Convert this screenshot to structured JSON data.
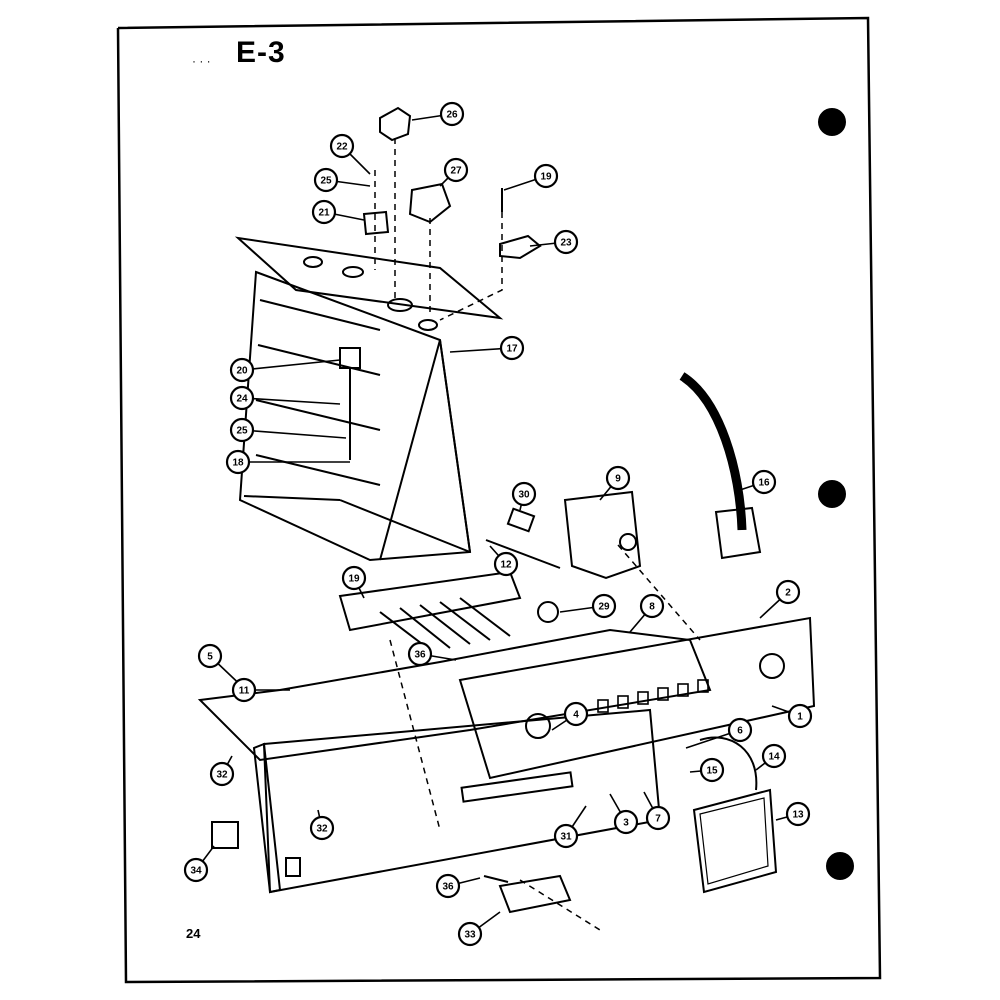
{
  "page": {
    "title": "E-3",
    "number": "24",
    "mark": "· · ·"
  },
  "callouts": [
    {
      "id": "c26",
      "label": "26"
    },
    {
      "id": "c22",
      "label": "22"
    },
    {
      "id": "c27",
      "label": "27"
    },
    {
      "id": "c25",
      "label": "25"
    },
    {
      "id": "c19a",
      "label": "19"
    },
    {
      "id": "c21",
      "label": "21"
    },
    {
      "id": "c23",
      "label": "23"
    },
    {
      "id": "c17",
      "label": "17"
    },
    {
      "id": "c20a",
      "label": "20"
    },
    {
      "id": "c24",
      "label": "24"
    },
    {
      "id": "c25b",
      "label": "25"
    },
    {
      "id": "c18",
      "label": "18"
    },
    {
      "id": "c9",
      "label": "9"
    },
    {
      "id": "c16",
      "label": "16"
    },
    {
      "id": "c30",
      "label": "30"
    },
    {
      "id": "c19b",
      "label": "19"
    },
    {
      "id": "c12",
      "label": "12"
    },
    {
      "id": "c29",
      "label": "29"
    },
    {
      "id": "c8",
      "label": "8"
    },
    {
      "id": "c2",
      "label": "2"
    },
    {
      "id": "c5",
      "label": "5"
    },
    {
      "id": "c36a",
      "label": "36"
    },
    {
      "id": "c11",
      "label": "11"
    },
    {
      "id": "c1",
      "label": "1"
    },
    {
      "id": "c4",
      "label": "4"
    },
    {
      "id": "c6",
      "label": "6"
    },
    {
      "id": "c14",
      "label": "14"
    },
    {
      "id": "c15",
      "label": "15"
    },
    {
      "id": "c32a",
      "label": "32"
    },
    {
      "id": "c32b",
      "label": "32"
    },
    {
      "id": "c31",
      "label": "31"
    },
    {
      "id": "c3",
      "label": "3"
    },
    {
      "id": "c7",
      "label": "7"
    },
    {
      "id": "c13",
      "label": "13"
    },
    {
      "id": "c34",
      "label": "34"
    },
    {
      "id": "c36b",
      "label": "36"
    },
    {
      "id": "c33",
      "label": "33"
    }
  ],
  "colors": {
    "ink": "#000000",
    "paper": "#ffffff"
  }
}
